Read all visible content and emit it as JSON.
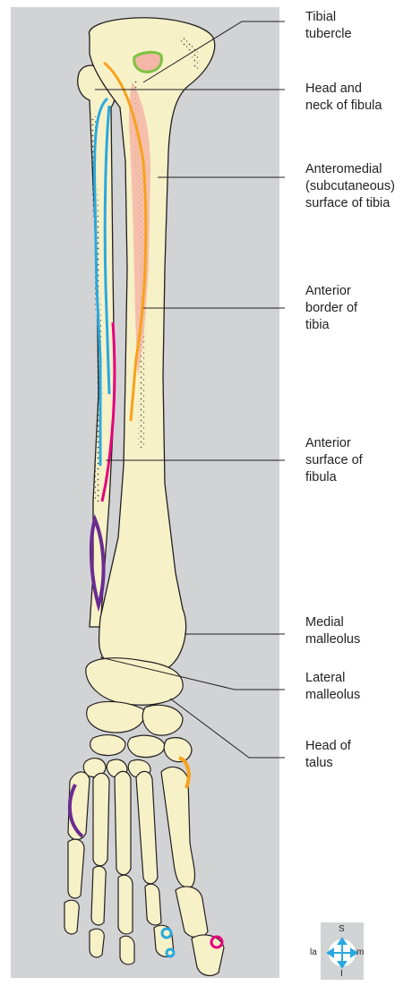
{
  "labels": {
    "tibial_tubercle": "Tibial\ntubercle",
    "head_neck_fibula": "Head and\nneck of fibula",
    "anteromedial_surface": "Anteromedial\n(subcutaneous)\nsurface of tibia",
    "anterior_border_tibia": "Anterior\nborder of\ntibia",
    "anterior_surface_fibula": "Anterior\nsurface of\nfibula",
    "medial_malleolus": "Medial\nmalleolus",
    "lateral_malleolus": "Lateral\nmalleolus",
    "head_of_talus": "Head of\ntalus"
  },
  "compass": {
    "superior": "S",
    "inferior": "I",
    "lateral": "la",
    "medial": "m"
  },
  "colors": {
    "background_panel": "#d2d3d5",
    "bone": "#f7f1c8",
    "outline": "#231f20",
    "tibial_tubercle_attachment": "#7dc242",
    "tibia_surface_highlight": "#f4b6a6",
    "anterior_border_orange": "#f7a21b",
    "fibula_blue": "#29a9e0",
    "fibula_magenta": "#e6007e",
    "purple": "#6b2c91",
    "compass_arrow": "#29a9e0"
  }
}
